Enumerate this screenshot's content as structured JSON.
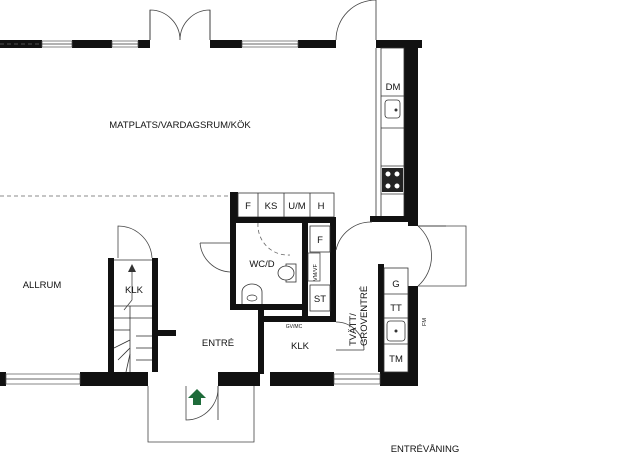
{
  "rooms": {
    "matplats": "MATPLATS/VARDAGSRUM/KÖK",
    "allrum": "ALLRUM",
    "entre": "ENTRÉ",
    "wcd": "WC/D",
    "klk_left": "KLK",
    "klk_right": "KLK",
    "tvatt_line1": "TVÄTT/",
    "tvatt_line2": "GROVENTRÉ"
  },
  "fixtures": {
    "dm": "DM",
    "f_top": "F",
    "ks": "KS",
    "um": "U/M",
    "h": "H",
    "f_wc": "F",
    "st": "ST",
    "g": "G",
    "tt": "TT",
    "tm": "TM",
    "fm": "FM",
    "vmvf": "VM/VF",
    "gvmc": "GV/MC"
  },
  "floor_label": "ENTRÉVÅNING",
  "colors": {
    "wall": "#111111",
    "entry_arrow": "#1e6b3a"
  },
  "icons": [
    "entry-arrow-icon",
    "sink-icon",
    "stove-icon",
    "toilet-icon",
    "stair-icon"
  ]
}
